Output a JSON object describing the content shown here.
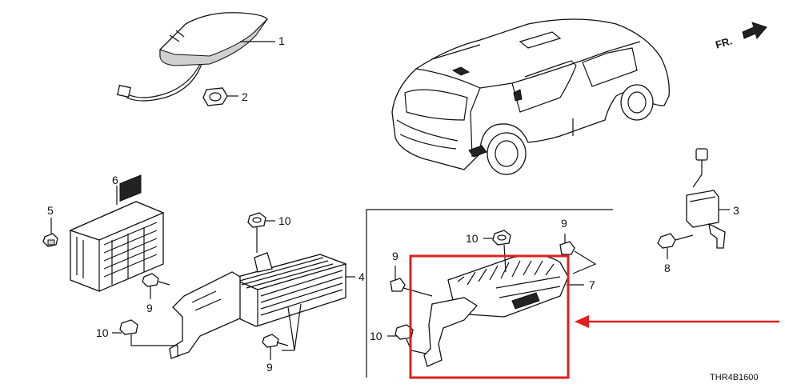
{
  "diagram": {
    "callouts": {
      "c1": "1",
      "c2": "2",
      "c3": "3",
      "c4": "4",
      "c5": "5",
      "c6": "6",
      "c7": "7",
      "c8": "8",
      "c9a": "9",
      "c9b": "9",
      "c9c": "9",
      "c9d": "9",
      "c10a": "10",
      "c10b": "10",
      "c10c": "10",
      "c10d": "10"
    },
    "direction_label": "FR.",
    "diagram_code": "THR4B1600",
    "highlight_color": "#e0201e"
  }
}
